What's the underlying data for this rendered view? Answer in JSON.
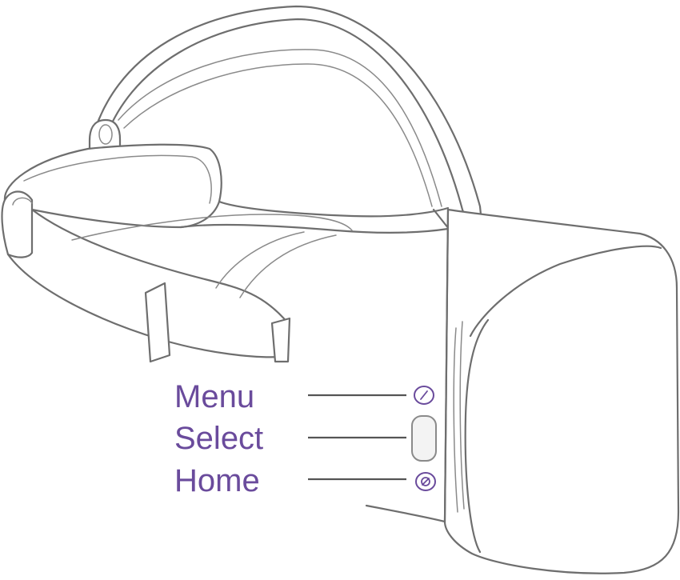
{
  "labels": {
    "menu": "Menu",
    "select": "Select",
    "home": "Home"
  },
  "colors": {
    "label": "#6a4b9c",
    "outline": "#6e6e6e",
    "leader": "#555555",
    "background": "#ffffff"
  },
  "icons": {
    "menu": "menu-button-icon",
    "select": "select-button-icon",
    "home": "home-button-icon"
  }
}
